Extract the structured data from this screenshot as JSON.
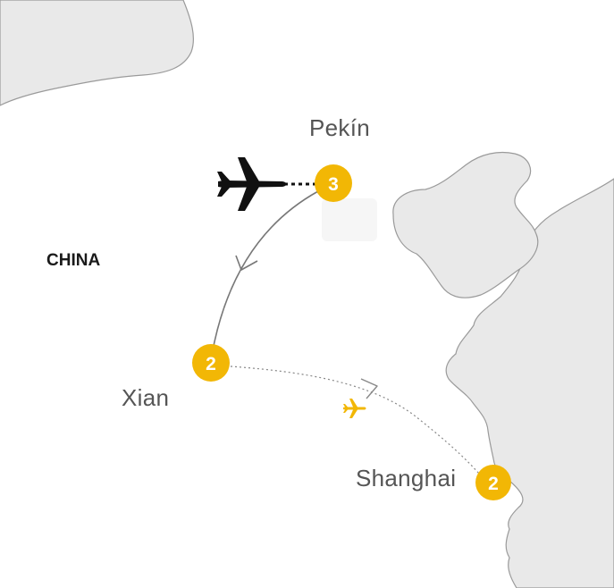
{
  "country": "CHINA",
  "cities": {
    "pekin": {
      "name": "Pekín",
      "nights": "3"
    },
    "xian": {
      "name": "Xian",
      "nights": "2"
    },
    "shanghai": {
      "name": "Shanghai",
      "nights": "2"
    }
  },
  "colors": {
    "land": "#e9e9e9",
    "coast": "#9a9a9a",
    "marker": "#f2b705",
    "route_solid": "#777777",
    "route_dotted": "#888888",
    "plane_main": "#111111",
    "plane_small": "#f2b705"
  },
  "icons": [
    "airplane-icon",
    "small-airplane-icon",
    "route-arrow-icon"
  ]
}
